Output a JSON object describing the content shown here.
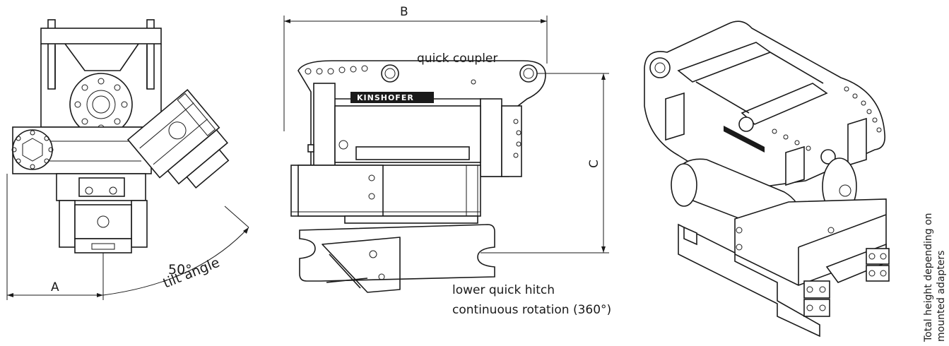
{
  "labels": {
    "dim_a": "A",
    "dim_b": "B",
    "dim_c": "C",
    "tilt_deg": "50°",
    "tilt_angle": "tilt angle",
    "quick_coupler": "quick coupler",
    "lower_hitch": "lower quick hitch",
    "rotation": "continuous rotation (360°)",
    "brand": "KINSHOFER",
    "side_note_1": "Total height depending on",
    "side_note_2": "mounted adapters"
  }
}
